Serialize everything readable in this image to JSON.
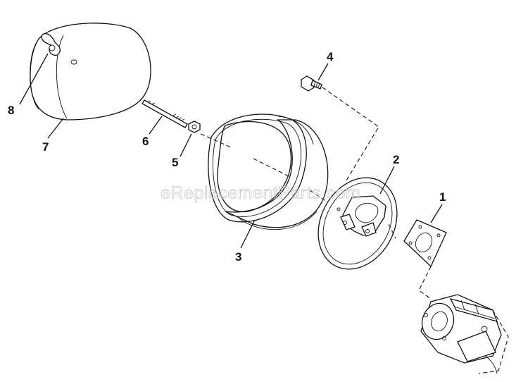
{
  "watermark": "eReplacementParts.com",
  "callouts": [
    {
      "id": "1",
      "label": "1"
    },
    {
      "id": "2",
      "label": "2"
    },
    {
      "id": "3",
      "label": "3"
    },
    {
      "id": "4",
      "label": "4"
    },
    {
      "id": "5",
      "label": "5"
    },
    {
      "id": "6",
      "label": "6"
    },
    {
      "id": "7",
      "label": "7"
    },
    {
      "id": "8",
      "label": "8"
    }
  ],
  "icons": {
    "part_1": "gasket-icon",
    "part_2": "back-plate-icon",
    "part_3": "air-filter-element-icon",
    "part_4": "bolt-icon",
    "part_5": "nut-icon",
    "part_6": "stud-icon",
    "part_7": "air-cleaner-cover-icon",
    "part_8": "wing-nut-icon",
    "carburetor": "carburetor-icon"
  },
  "colors": {
    "line": "#111111",
    "mesh": "#555555",
    "watermark": "#c8c8c8"
  }
}
